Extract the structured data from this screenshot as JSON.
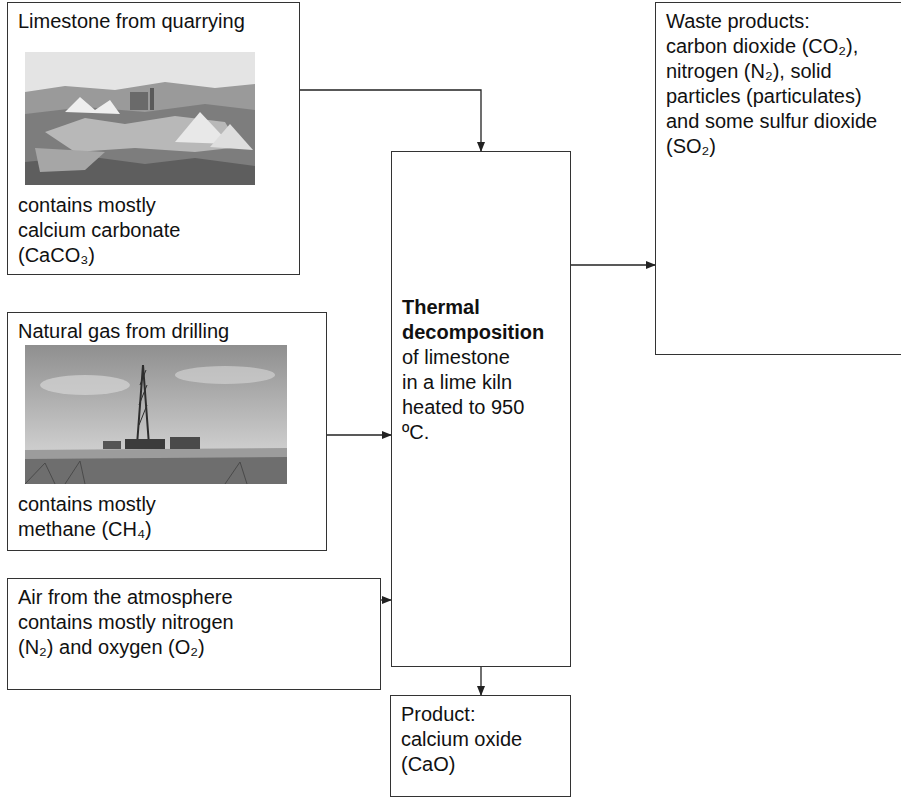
{
  "diagram": {
    "nodes": [
      {
        "text": [
          "Limestone from quarrying",
          "contains mostly calcium carbonate (CaCO₃)"
        ]
      },
      {
        "text": [
          "Natural gas from drilling",
          "contains mostly methane (CH₄)"
        ]
      },
      {
        "text": [
          "Air from the atmosphere contains mostly nitrogen (N₂) and oxygen (O₂)"
        ]
      },
      {
        "text": [
          "Thermal decomposition",
          "of limestone in a lime kiln heated to 950 ºC."
        ]
      },
      {
        "text": [
          "Waste products:",
          "carbon dioxide (CO₂), nitrogen (N₂), solid particles (particulates) and some sulfur dioxide (SO₂)"
        ]
      },
      {
        "text": [
          "Product: calcium oxide (CaO)"
        ]
      }
    ],
    "edges": [
      {
        "from": 0,
        "to": 3,
        "arrow": "to"
      },
      {
        "from": 1,
        "to": 3,
        "arrow": "to"
      },
      {
        "from": 2,
        "to": 3,
        "arrow": "to"
      },
      {
        "from": 3,
        "to": 4,
        "arrow": "to"
      },
      {
        "from": 3,
        "to": 5,
        "arrow": "to"
      }
    ]
  }
}
